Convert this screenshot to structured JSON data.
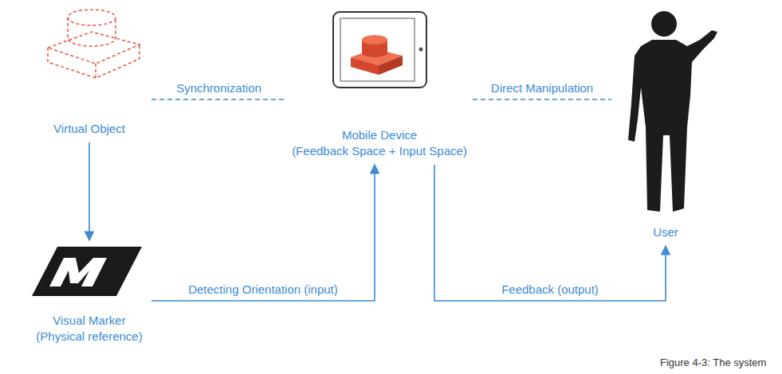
{
  "diagram": {
    "caption": "Figure 4-3: The system",
    "nodes": [
      {
        "text": [
          "Virtual Object"
        ]
      },
      {
        "text": [
          "Mobile Device",
          "(Feedback Space + Input Space)"
        ]
      },
      {
        "text": [
          "User"
        ]
      },
      {
        "text": [
          "Visual Marker",
          "(Physical reference)"
        ]
      }
    ],
    "edges": [
      {
        "from": 0,
        "to": 1,
        "label": "Synchronization",
        "arrow": "none"
      },
      {
        "from": 1,
        "to": 2,
        "label": "Direct Manipulation",
        "arrow": "none"
      },
      {
        "from": 0,
        "to": 3,
        "arrow": "to"
      },
      {
        "from": 3,
        "to": 1,
        "label": "Detecting Orientation (input)",
        "arrow": "to"
      },
      {
        "from": 1,
        "to": 2,
        "label": "Feedback (output)",
        "arrow": "to"
      }
    ]
  }
}
